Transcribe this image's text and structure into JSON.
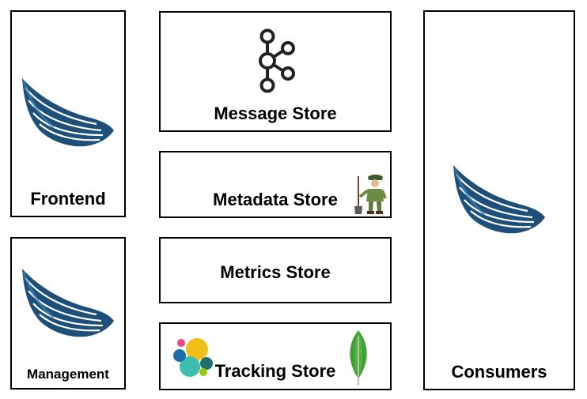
{
  "diagram": {
    "boxes": {
      "frontend": {
        "label": "Frontend",
        "icon": "wing-logo-icon"
      },
      "management": {
        "label": "Management",
        "icon": "wing-logo-icon"
      },
      "message_store": {
        "label": "Message Store",
        "icon": "kafka-logo-icon"
      },
      "metadata_store": {
        "label": "Metadata Store",
        "icon": "zookeeper-keeper-icon"
      },
      "metrics_store": {
        "label": "Metrics Store"
      },
      "tracking_store": {
        "label": "Tracking Store",
        "icons": [
          "elastic-logo-icon",
          "mongodb-leaf-icon"
        ]
      },
      "consumers": {
        "label": "Consumers",
        "icon": "wing-logo-icon"
      }
    },
    "colors": {
      "wing_dark": "#1d4f78",
      "wing_light": "#3f82b3",
      "elastic_yellow": "#f0bf1a",
      "elastic_teal": "#3ebeb0",
      "elastic_pink": "#e8478b",
      "elastic_blue": "#1b6ea8",
      "mongo_green": "#3fa037"
    }
  }
}
